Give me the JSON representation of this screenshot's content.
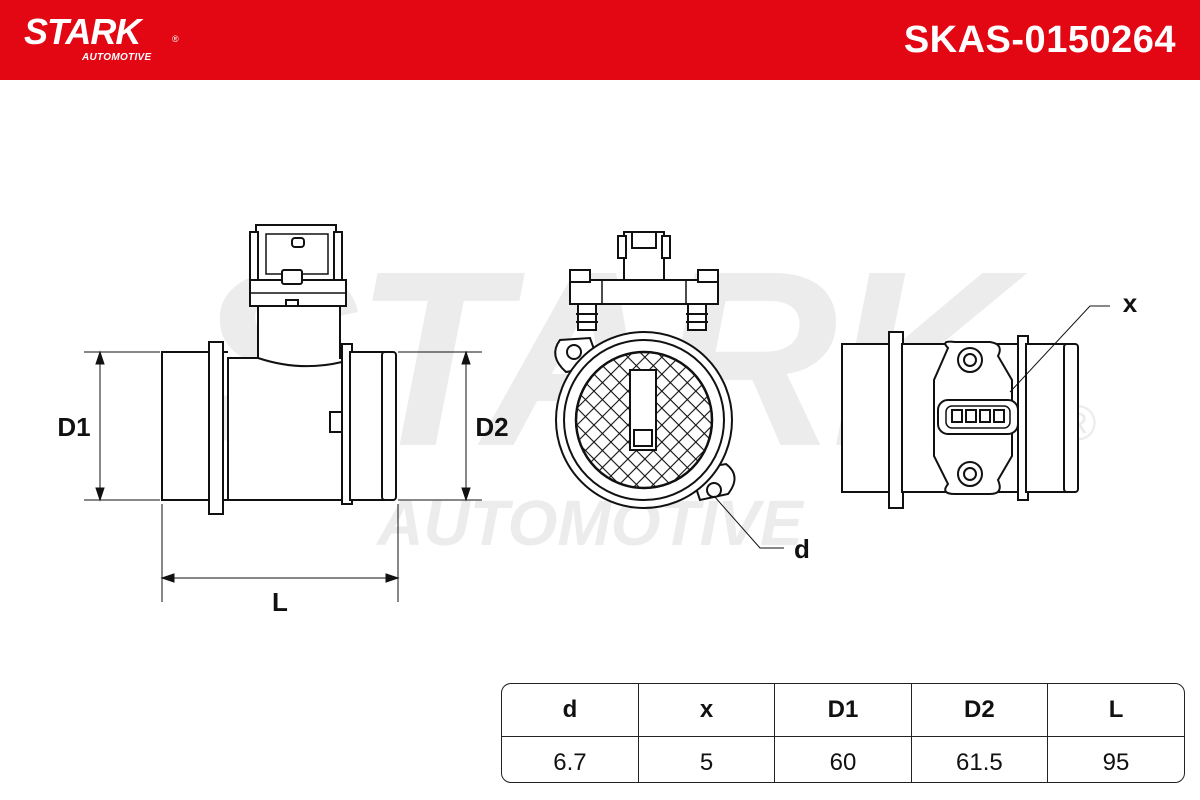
{
  "header": {
    "brand": "STARK",
    "brand_sub": "AUTOMOTIVE",
    "registered_mark": "®",
    "part_number": "SKAS-0150264",
    "color": "#e30613"
  },
  "watermark": {
    "brand": "STARK",
    "sub": "AUTOMOTIVE",
    "registered_mark": "®"
  },
  "labels": {
    "d": "d",
    "x": "x",
    "D1": "D1",
    "D2": "D2",
    "L": "L"
  },
  "spec_table": {
    "headers": [
      "d",
      "x",
      "D1",
      "D2",
      "L"
    ],
    "values": [
      "6.7",
      "5",
      "60",
      "61.5",
      "95"
    ]
  }
}
